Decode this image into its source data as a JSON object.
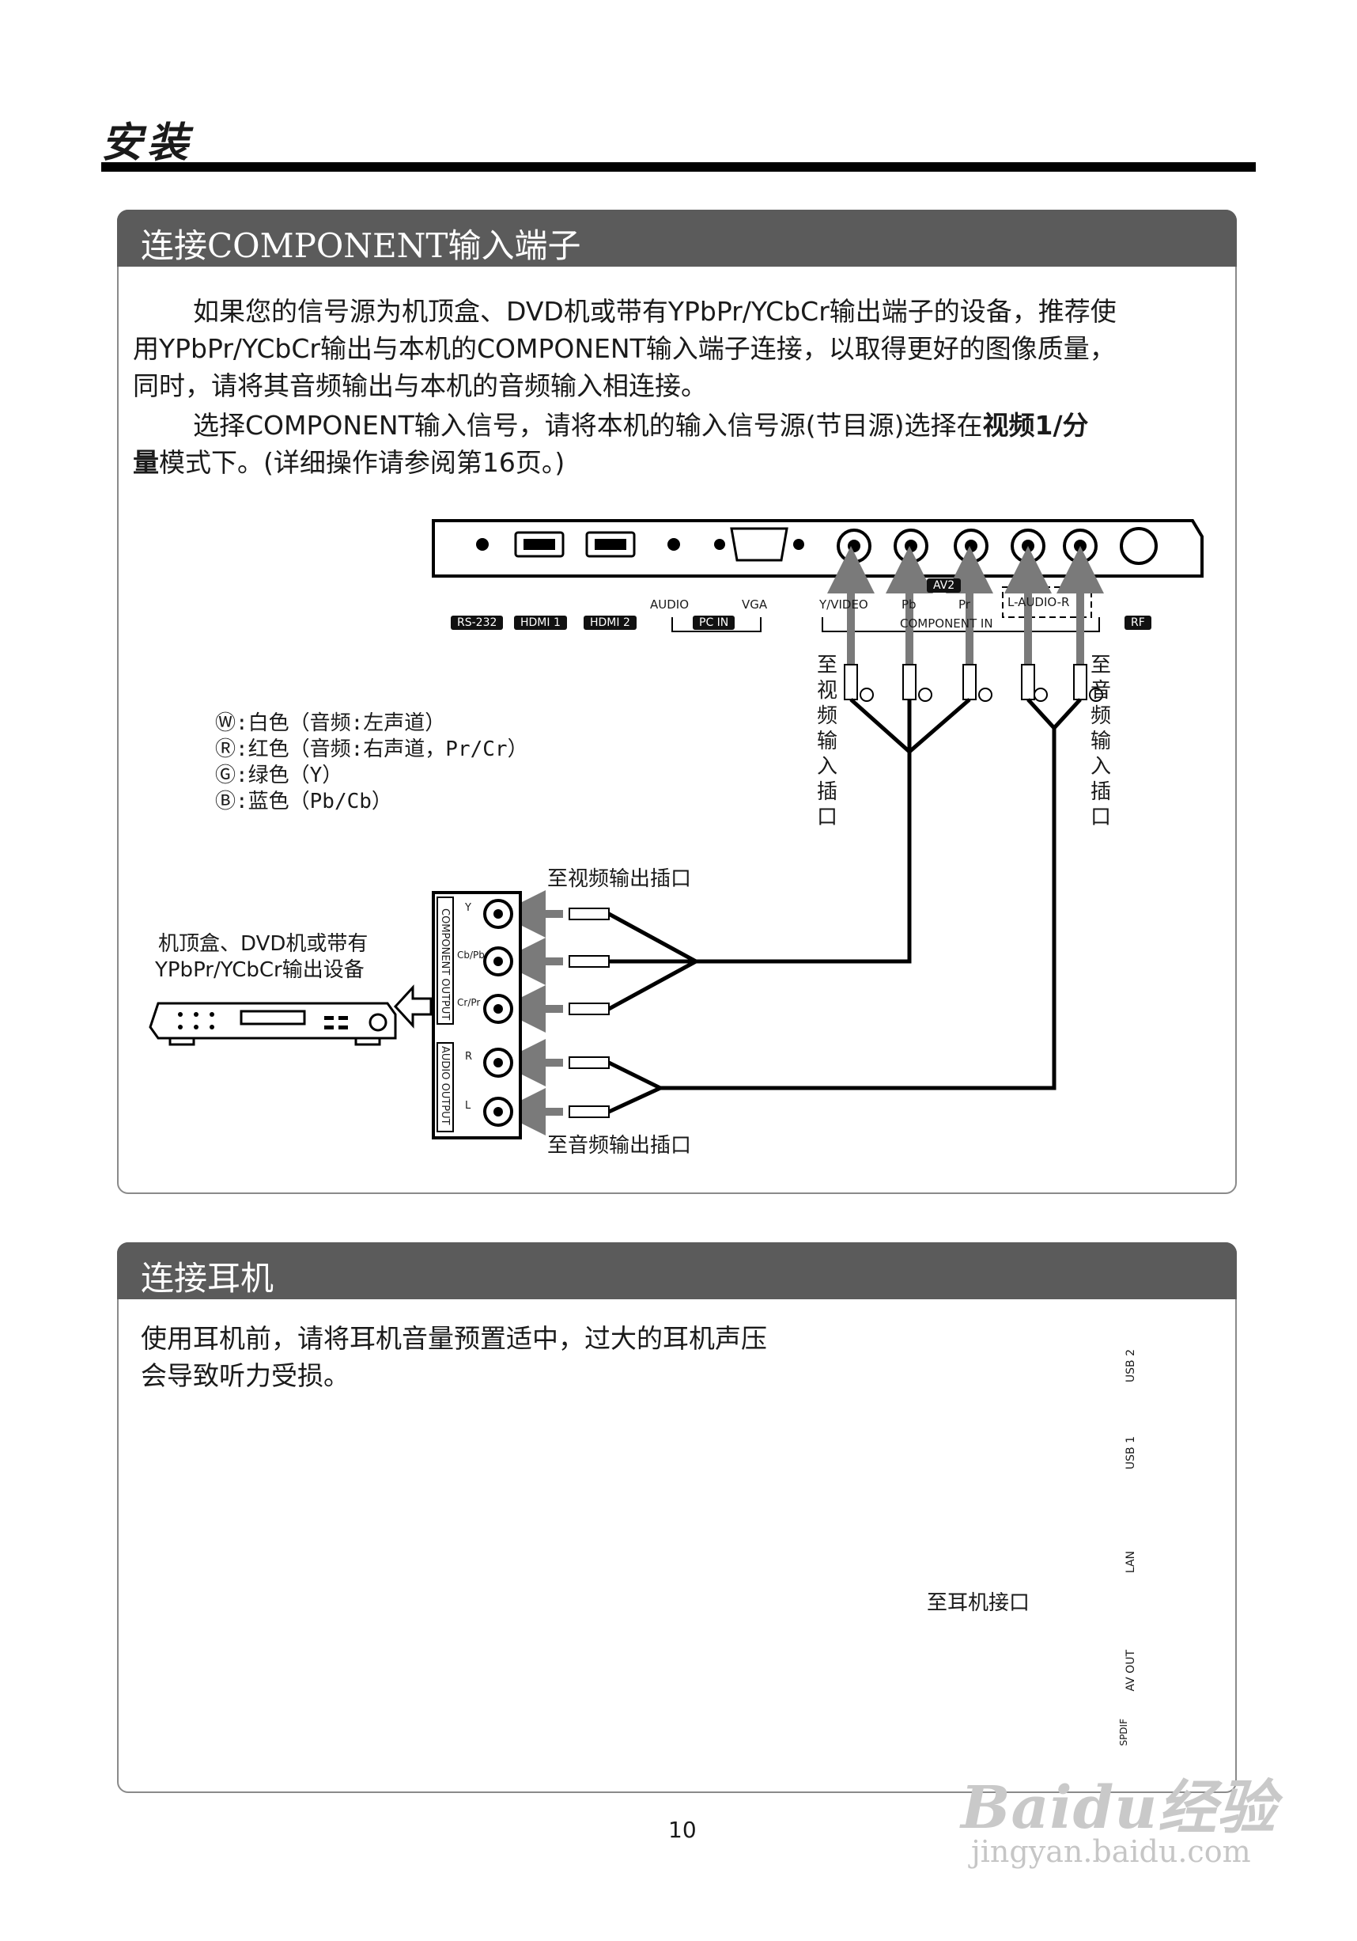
{
  "page": {
    "title": "安装",
    "number": "10"
  },
  "section_component": {
    "header": "连接COMPONENT输入端子",
    "para1": [
      "如果您的信号源为机顶盒、DVD机或带有YPbPr/YCbCr输出端子的设备，推荐使",
      "用YPbPr/YCbCr输出与本机的COMPONENT输入端子连接，以取得更好的图像质量，",
      "同时，请将其音频输出与本机的音频输入相连接。"
    ],
    "para2_prefix": "选择COMPONENT输入信号，请将本机的输入信号源(节目源)选择在",
    "para2_bold": "视频1/分",
    "para2_line2_bold": "量",
    "para2_line2": "模式下。(详细操作请参阅第16页。)",
    "legend": [
      "Ⓦ:白色（音频:左声道）",
      "Ⓡ:红色（音频:右声道，Pr/Cr）",
      "Ⓖ:绿色（Y）",
      "Ⓑ:蓝色（Pb/Cb）"
    ],
    "tv_panel": {
      "tags": [
        "RS-232",
        "HDMI 1",
        "HDMI 2",
        "PC IN",
        "AV2",
        "RF"
      ],
      "labels": [
        "AUDIO",
        "VGA",
        "Y/VIDEO",
        "Pb",
        "Pr",
        "L-AUDIO-R",
        "COMPONENT IN"
      ]
    },
    "to_video_in": "至视频输入插口",
    "to_audio_in": "至音频输入插口",
    "to_video_out": "至视频输出插口",
    "to_audio_out": "至音频输出插口",
    "device_label": [
      "机顶盒、DVD机或带有",
      "YPbPr/YCbCr输出设备"
    ],
    "device_panel": {
      "component_output": "COMPONENT OUTPUT",
      "audio_output": "AUDIO OUTPUT",
      "jacks": [
        "Y",
        "Cb/Pb",
        "Cr/Pr",
        "R",
        "L"
      ]
    }
  },
  "section_headphone": {
    "header": "连接耳机",
    "text": [
      "使用耳机前，请将耳机音量预置适中，过大的耳机声压",
      "会导致听力受损。"
    ],
    "to_earphone": "至耳机接口",
    "panel_labels": [
      "USB 2",
      "USB 1",
      "LAN",
      "AV OUT",
      "SPDIF"
    ]
  },
  "watermark": {
    "main": "Baidu经验",
    "sub": "jingyan.baidu.com"
  }
}
